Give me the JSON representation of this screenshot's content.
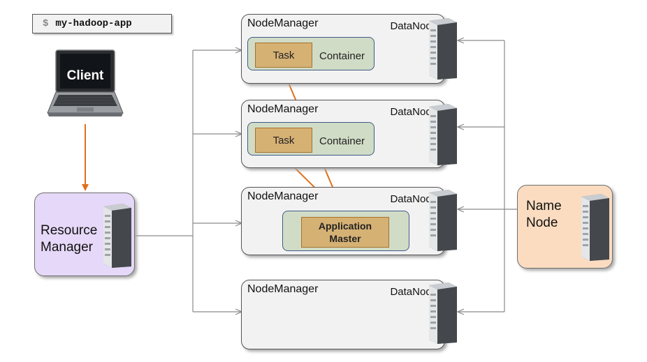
{
  "command": {
    "prompt": "$",
    "text": "my-hadoop-app"
  },
  "client": {
    "label": "Client"
  },
  "resource_manager": {
    "line1": "Resource",
    "line2": "Manager"
  },
  "name_node": {
    "line1": "Name",
    "line2": "Node"
  },
  "nodes": [
    {
      "nm_label": "NodeManager",
      "dn_label": "DataNode",
      "container_label": "Container",
      "task_label": "Task"
    },
    {
      "nm_label": "NodeManager",
      "dn_label": "DataNode",
      "container_label": "Container",
      "task_label": "Task"
    },
    {
      "nm_label": "NodeManager",
      "dn_label": "DataNode",
      "am_line1": "Application",
      "am_line2": "Master"
    },
    {
      "nm_label": "NodeManager",
      "dn_label": "DataNode"
    }
  ],
  "colors": {
    "orange_arrow": "#e0701a",
    "gray_line": "#8a8a8a",
    "resource_manager_fill": "#e6d8f8",
    "name_node_fill": "#fbdcc0",
    "container_fill": "#d1dcc6",
    "task_fill": "#d6b174"
  }
}
